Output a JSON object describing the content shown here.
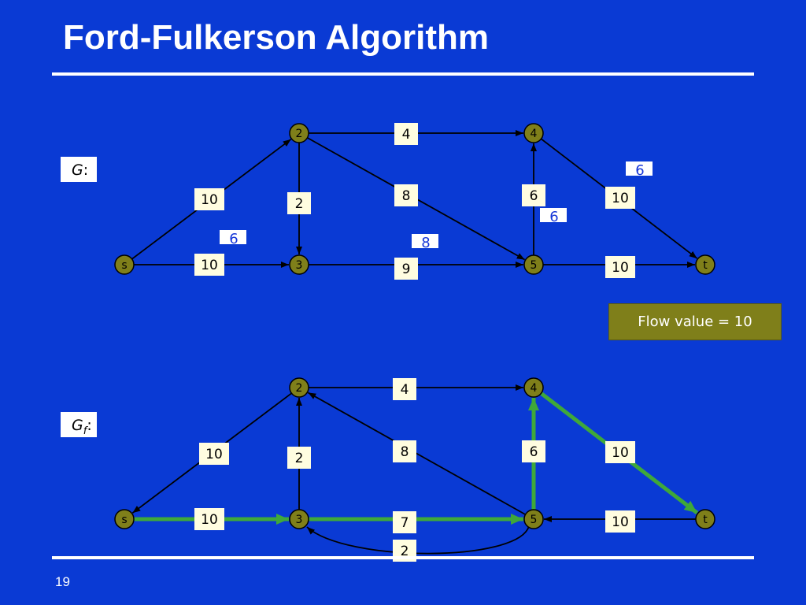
{
  "title": "Ford-Fulkerson Algorithm",
  "page_number": "19",
  "flow_value_text": "Flow value = 10",
  "colors": {
    "background": "#0a3ad4",
    "node_fill": "#7f7f1a",
    "label_fill": "#fffde0",
    "augmenting_path": "#3fa83a",
    "flow_text": "#1536d8",
    "edge": "#000000"
  },
  "graph_g": {
    "label_prefix": "G",
    "label_suffix": ":",
    "nodes": [
      "s",
      "2",
      "3",
      "4",
      "5",
      "t"
    ],
    "edges": [
      {
        "from": "s",
        "to": "2",
        "capacity": "10",
        "flow": "6"
      },
      {
        "from": "s",
        "to": "3",
        "capacity": "10",
        "flow": ""
      },
      {
        "from": "2",
        "to": "3",
        "capacity": "2",
        "flow": ""
      },
      {
        "from": "2",
        "to": "4",
        "capacity": "4",
        "flow": ""
      },
      {
        "from": "2",
        "to": "5",
        "capacity": "8",
        "flow": ""
      },
      {
        "from": "3",
        "to": "5",
        "capacity": "9",
        "flow": "8"
      },
      {
        "from": "5",
        "to": "4",
        "capacity": "6",
        "flow": "6"
      },
      {
        "from": "4",
        "to": "t",
        "capacity": "10",
        "flow": "6"
      },
      {
        "from": "5",
        "to": "t",
        "capacity": "10",
        "flow": ""
      }
    ]
  },
  "graph_gf": {
    "label_prefix": "G",
    "label_sub": "f",
    "label_suffix": ":",
    "nodes": [
      "s",
      "2",
      "3",
      "4",
      "5",
      "t"
    ],
    "edges": [
      {
        "from": "2",
        "to": "s",
        "residual": "10",
        "augmenting": false
      },
      {
        "from": "s",
        "to": "3",
        "residual": "10",
        "augmenting": true
      },
      {
        "from": "3",
        "to": "2",
        "residual": "2",
        "augmenting": false
      },
      {
        "from": "2",
        "to": "4",
        "residual": "4",
        "augmenting": false
      },
      {
        "from": "5",
        "to": "2",
        "residual": "8",
        "augmenting": false
      },
      {
        "from": "3",
        "to": "5",
        "residual": "7",
        "augmenting": true
      },
      {
        "from": "5",
        "to": "3",
        "residual": "2",
        "augmenting": false
      },
      {
        "from": "5",
        "to": "4",
        "residual": "6",
        "augmenting": true
      },
      {
        "from": "4",
        "to": "t",
        "residual": "10",
        "augmenting": true
      },
      {
        "from": "t",
        "to": "5",
        "residual": "10",
        "augmenting": false
      }
    ]
  }
}
